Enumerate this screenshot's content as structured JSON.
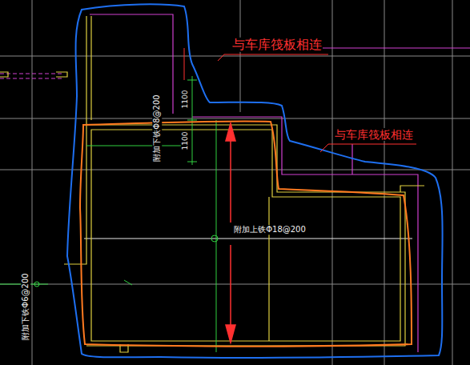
{
  "diagram": {
    "labels": [
      "与车库筏板相连",
      "附加下铁Φ8@200",
      "1100",
      "1100",
      "与车库筏板相连",
      "附加上铁Φ18@200",
      "附加下铁Φ6@200"
    ]
  }
}
